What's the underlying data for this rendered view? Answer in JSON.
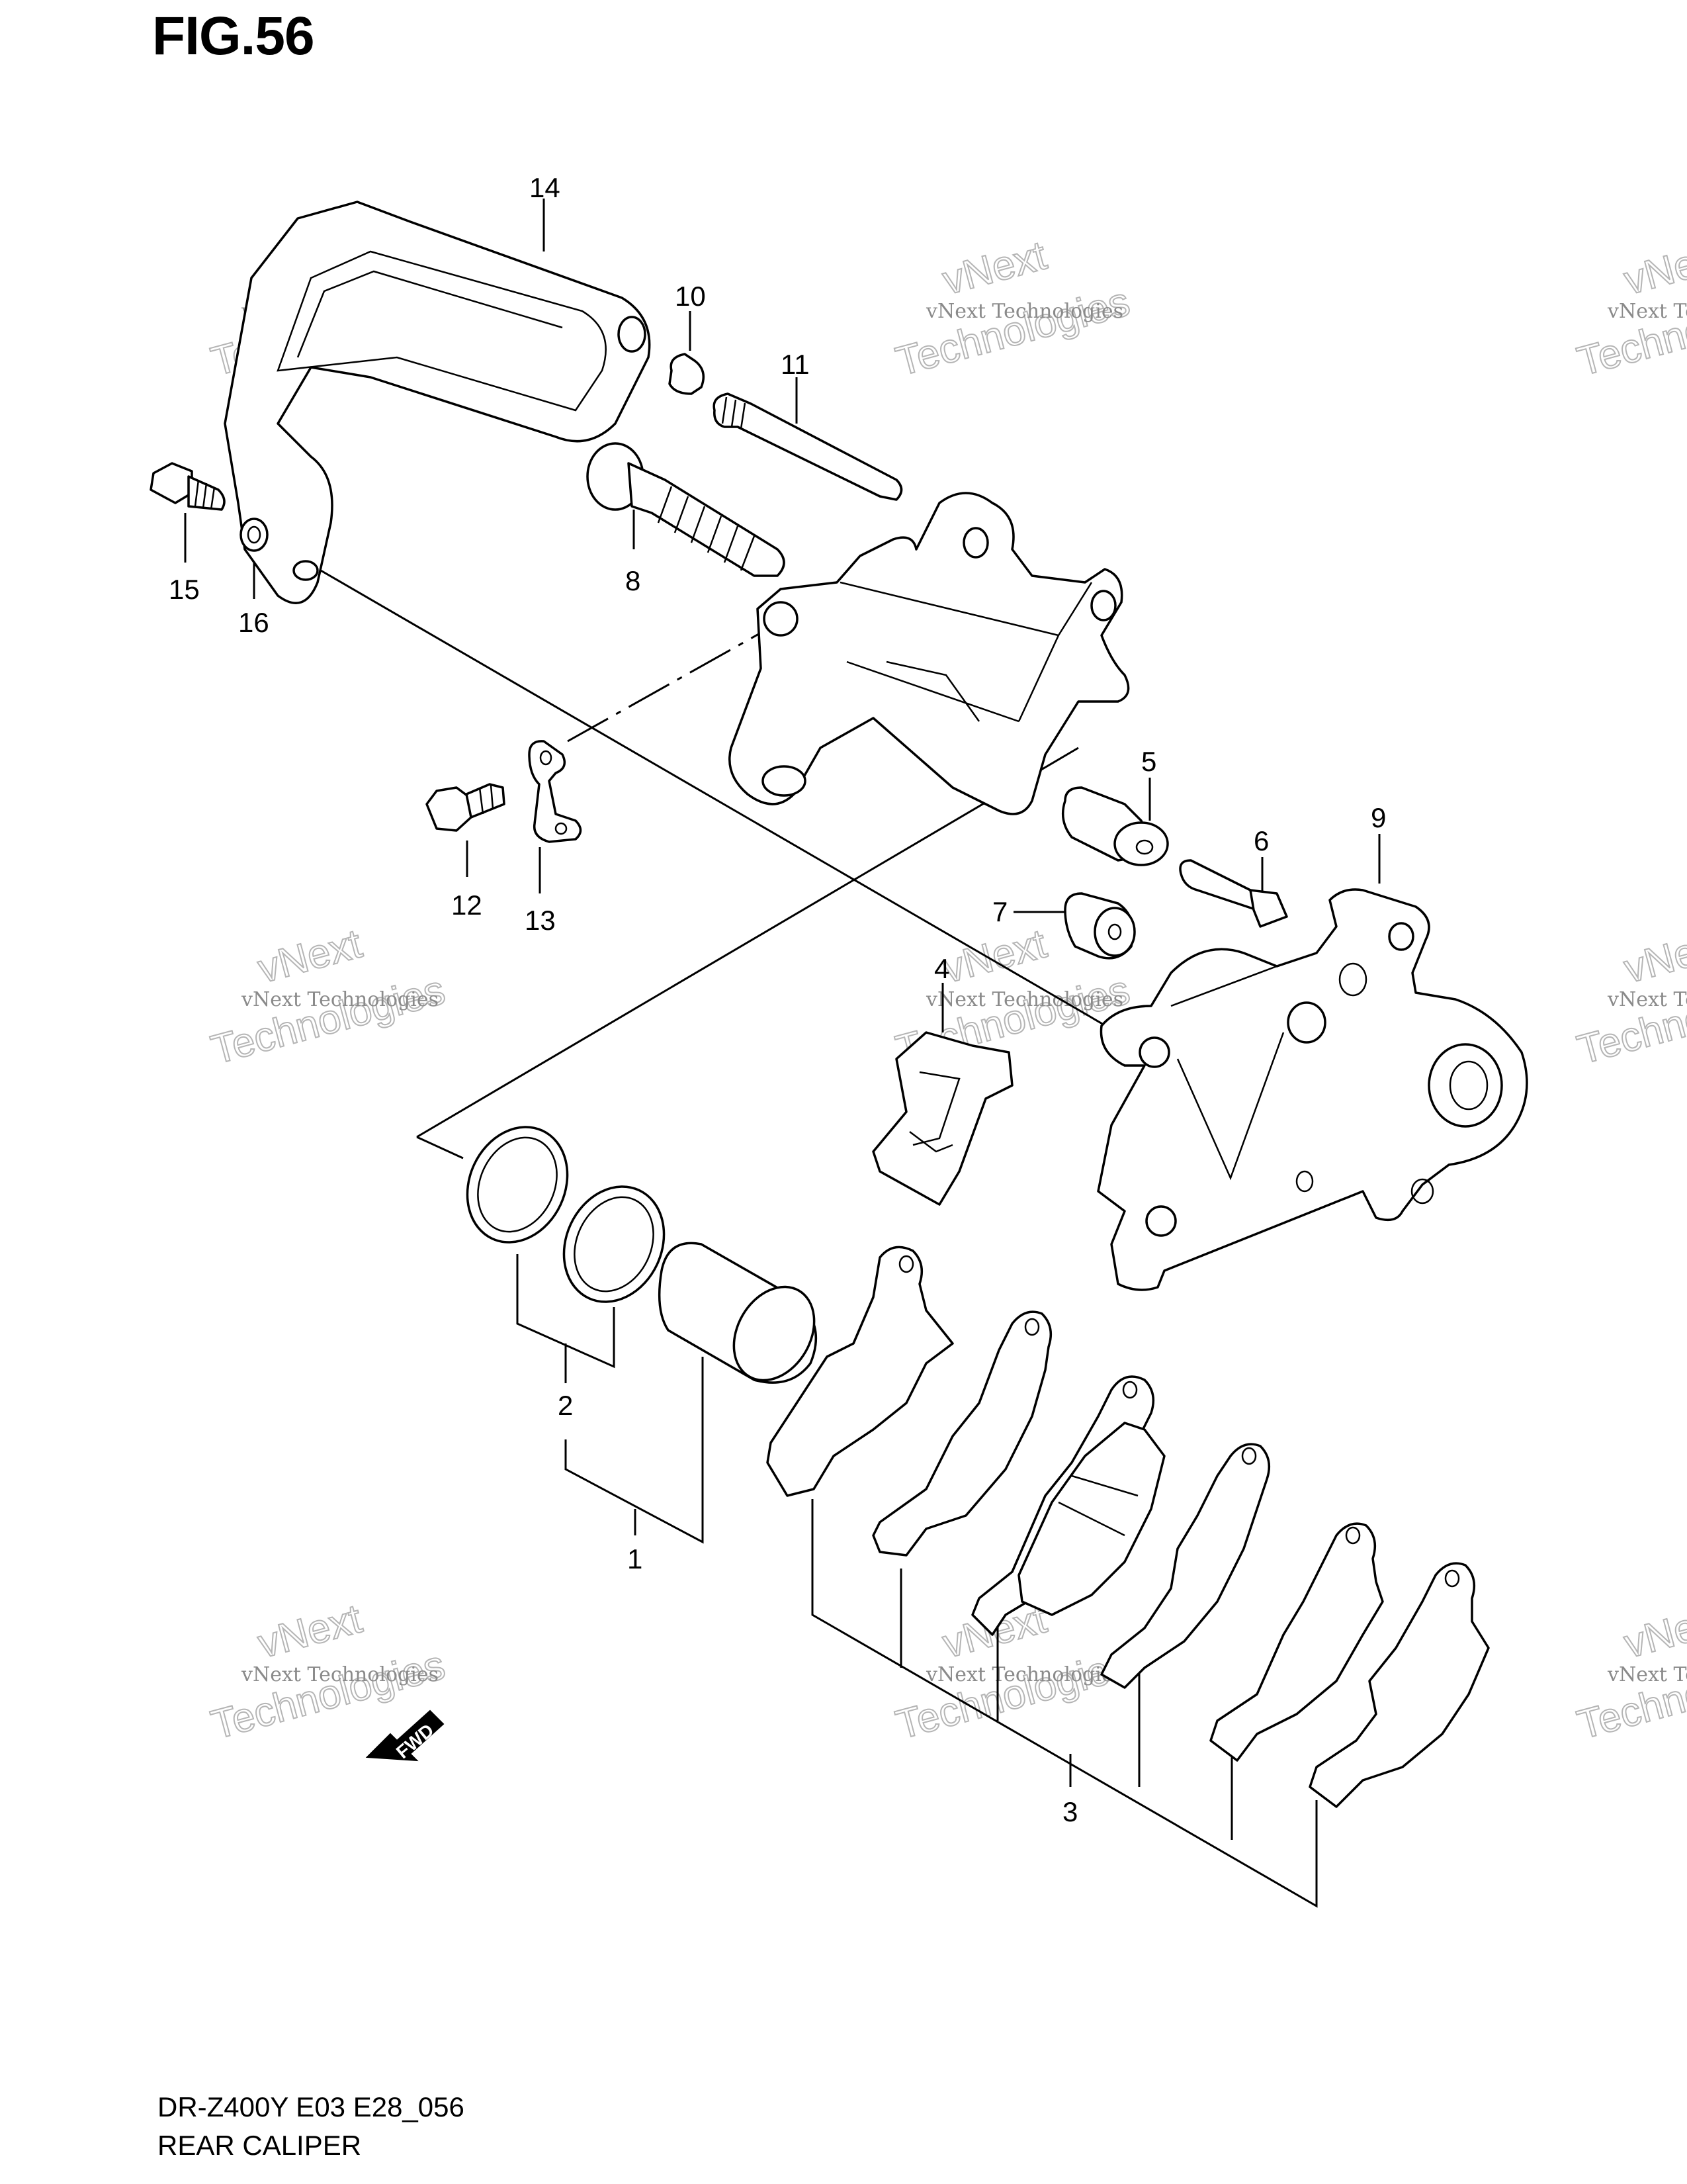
{
  "figure": {
    "title": "FIG.56"
  },
  "callouts": [
    {
      "id": "1",
      "label": "1"
    },
    {
      "id": "2",
      "label": "2"
    },
    {
      "id": "3",
      "label": "3"
    },
    {
      "id": "4",
      "label": "4"
    },
    {
      "id": "5",
      "label": "5"
    },
    {
      "id": "6",
      "label": "6"
    },
    {
      "id": "7",
      "label": "7"
    },
    {
      "id": "8",
      "label": "8"
    },
    {
      "id": "9",
      "label": "9"
    },
    {
      "id": "10",
      "label": "10"
    },
    {
      "id": "11",
      "label": "11"
    },
    {
      "id": "12",
      "label": "12"
    },
    {
      "id": "13",
      "label": "13"
    },
    {
      "id": "14",
      "label": "14"
    },
    {
      "id": "15",
      "label": "15"
    },
    {
      "id": "16",
      "label": "16"
    }
  ],
  "direction_marker": {
    "label": "FWD"
  },
  "watermark": {
    "line1": "vNext Technologies",
    "line2": "vNext",
    "line3": "Technologies"
  },
  "footer": {
    "model_code": "DR-Z400Y E03 E28_056",
    "name": "REAR CALIPER"
  }
}
